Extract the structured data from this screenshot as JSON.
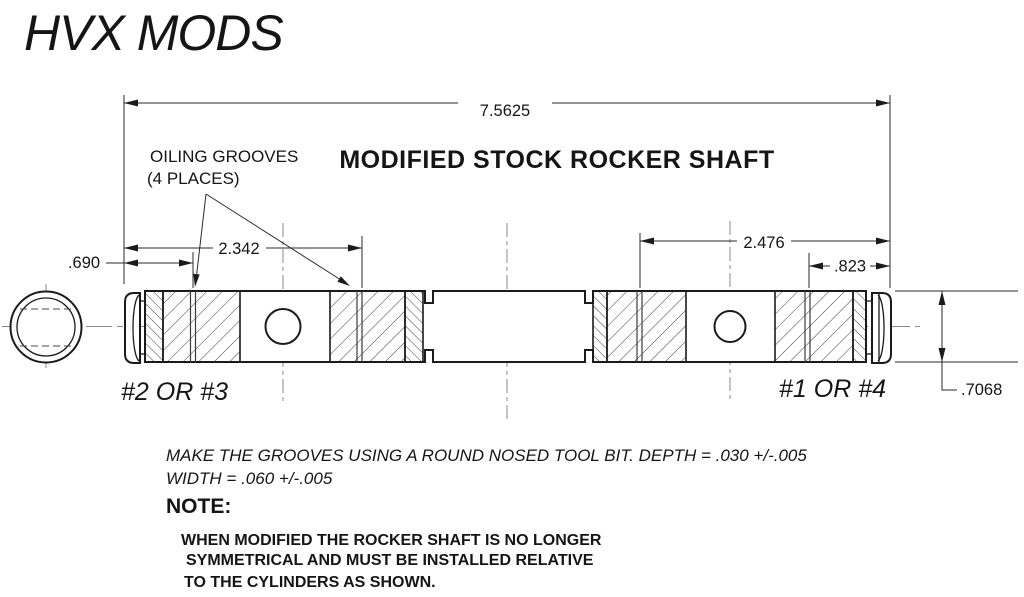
{
  "title": "HVX MODS",
  "drawing": {
    "heading": "MODIFIED STOCK ROCKER SHAFT",
    "callout": {
      "line1": "OILING GROOVES",
      "line2": "(4 PLACES)"
    },
    "labels": {
      "left_end": "#2 OR #3",
      "right_end": "#1 OR #4"
    },
    "dimensions": {
      "overall_length": "7.5625",
      "left_groove_span": "2.342",
      "left_end_to_groove": ".690",
      "right_groove_span": "2.476",
      "right_end_to_groove": ".823",
      "diameter": ".7068"
    }
  },
  "notes": {
    "groove_note_line1": "MAKE THE GROOVES USING A ROUND NOSED TOOL BIT.  DEPTH = .030 +/-.005",
    "groove_note_line2": "WIDTH = .060 +/-.005",
    "note_label": "NOTE:",
    "note_line1": "WHEN MODIFIED THE ROCKER SHAFT IS NO LONGER",
    "note_line2": "SYMMETRICAL AND MUST BE INSTALLED RELATIVE",
    "note_line3": "TO THE CYLINDERS AS SHOWN."
  },
  "colors": {
    "line": "#1b1b1b",
    "centerline": "#8a8a8a",
    "background": "#ffffff"
  }
}
